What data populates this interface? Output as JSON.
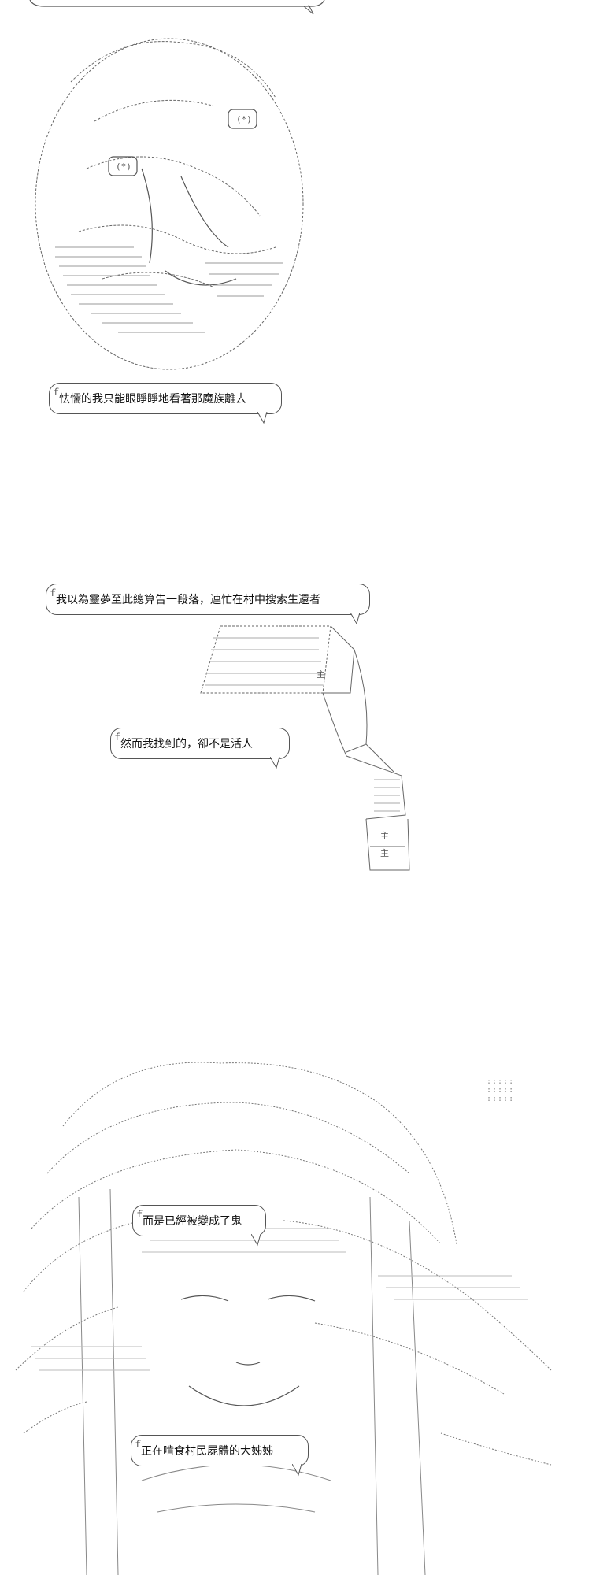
{
  "captions": {
    "cap1": "怯懦的我只能眼睜睜地看著那魔族離去",
    "cap2": "我以為靈夢至此總算告一段落，連忙在村中搜索生還者",
    "cap3": "然而我找到的，卻不是活人",
    "cap4": "而是已經被變成了鬼",
    "cap5": "正在啃食村民屍體的大姊姊"
  },
  "colors": {
    "line": "#555555",
    "text": "#111111"
  }
}
